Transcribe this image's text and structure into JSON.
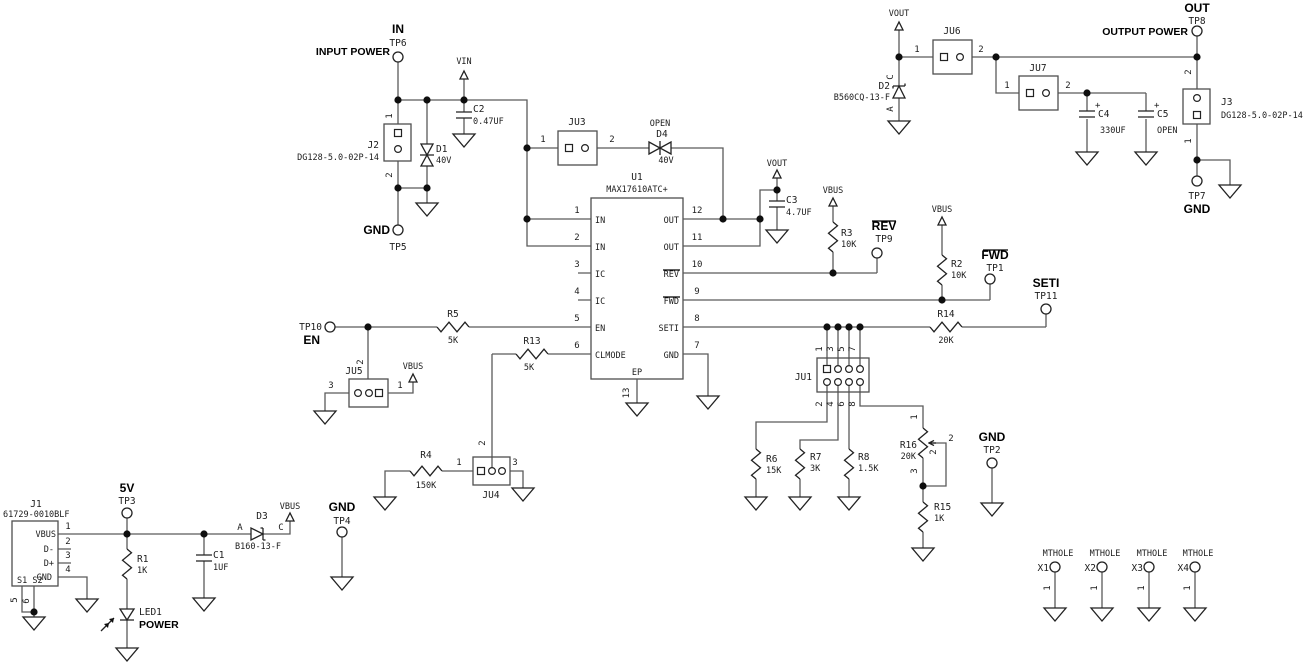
{
  "input": {
    "tp6": {
      "net": "IN",
      "ref": "TP6"
    },
    "input_power": "INPUT POWER",
    "tp5": {
      "net": "GND",
      "ref": "TP5"
    },
    "vin": "VIN",
    "j2": {
      "ref": "J2",
      "part": "DG128-5.0-02P-14",
      "p1": "1",
      "p2": "2"
    },
    "d1": {
      "ref": "D1",
      "value": "40V"
    },
    "c2": {
      "ref": "C2",
      "value": "0.47UF"
    },
    "ju3": {
      "ref": "JU3",
      "p1": "1",
      "p2": "2"
    },
    "d4": {
      "ref": "D4",
      "value": "40V",
      "note": "OPEN"
    }
  },
  "u1": {
    "ref": "U1",
    "part": "MAX17610ATC+",
    "left_nums": [
      "1",
      "2",
      "3",
      "4",
      "5",
      "6"
    ],
    "left_names": [
      "IN",
      "IN",
      "IC",
      "IC",
      "EN",
      "CLMODE"
    ],
    "right_nums": [
      "12",
      "11",
      "10",
      "9",
      "8",
      "7"
    ],
    "right_names": [
      "OUT",
      "OUT",
      "REV",
      "FWD",
      "SETI",
      "GND"
    ],
    "ep": "EP",
    "ep_num": "13"
  },
  "out_stage": {
    "vout": "VOUT",
    "c3": {
      "ref": "C3",
      "value": "4.7UF"
    },
    "d2": {
      "ref": "D2",
      "part": "B560CQ-13-F",
      "c": "C",
      "a": "A"
    },
    "ju6": {
      "ref": "JU6",
      "p1": "1",
      "p2": "2"
    },
    "ju7": {
      "ref": "JU7",
      "p1": "1",
      "p2": "2"
    },
    "c4": {
      "ref": "C4",
      "value": "330UF",
      "plus": "+"
    },
    "c5": {
      "ref": "C5",
      "value": "OPEN",
      "plus": "+"
    },
    "tp8": {
      "net": "OUT",
      "ref": "TP8"
    },
    "output_power": "OUTPUT POWER",
    "j3": {
      "ref": "J3",
      "part": "DG128-5.0-02P-14",
      "p1": "1",
      "p2": "2"
    },
    "tp7": {
      "net": "GND",
      "ref": "TP7"
    }
  },
  "status": {
    "vbus": "VBUS",
    "r3": {
      "ref": "R3",
      "value": "10K"
    },
    "tp9": {
      "net": "REV",
      "ref": "TP9"
    },
    "r2": {
      "ref": "R2",
      "value": "10K"
    },
    "tp1": {
      "net": "FWD",
      "ref": "TP1"
    },
    "r14": {
      "ref": "R14",
      "value": "20K"
    },
    "tp11": {
      "net": "SETI",
      "ref": "TP11"
    }
  },
  "enable": {
    "tp10": {
      "net": "EN",
      "ref": "TP10"
    },
    "r5": {
      "ref": "R5",
      "value": "5K"
    },
    "ju5": {
      "ref": "JU5",
      "p1": "1",
      "p2": "2",
      "p3": "3"
    },
    "r13": {
      "ref": "R13",
      "value": "5K"
    },
    "r4": {
      "ref": "R4",
      "value": "150K"
    },
    "ju4": {
      "ref": "JU4",
      "p1": "1",
      "p2": "2",
      "p3": "3"
    }
  },
  "seti": {
    "ju1": {
      "ref": "JU1",
      "top": [
        "1",
        "3",
        "5",
        "7"
      ],
      "bot": [
        "2",
        "4",
        "6",
        "8"
      ]
    },
    "r6": {
      "ref": "R6",
      "value": "15K"
    },
    "r7": {
      "ref": "R7",
      "value": "3K"
    },
    "r8": {
      "ref": "R8",
      "value": "1.5K"
    },
    "r16": {
      "ref": "R16",
      "value": "20K",
      "p1": "1",
      "p2": "2",
      "p3": "3"
    },
    "r15": {
      "ref": "R15",
      "value": "1K"
    },
    "tp2": {
      "net": "GND",
      "ref": "TP2"
    }
  },
  "usb": {
    "j1": {
      "ref": "J1",
      "part": "61729-0010BLF",
      "pins": [
        {
          "num": "1",
          "name": "VBUS"
        },
        {
          "num": "2",
          "name": "D-"
        },
        {
          "num": "3",
          "name": "D+"
        },
        {
          "num": "4",
          "name": "GND"
        }
      ],
      "shield": "S1 S2",
      "p5": "5",
      "p6": "6"
    },
    "tp3": {
      "net": "5V",
      "ref": "TP3"
    },
    "r1": {
      "ref": "R1",
      "value": "1K"
    },
    "led1": {
      "ref": "LED1",
      "net": "POWER"
    },
    "c1": {
      "ref": "C1",
      "value": "1UF"
    },
    "d3": {
      "ref": "D3",
      "part": "B160-13-F",
      "a": "A",
      "c": "C"
    },
    "tp4": {
      "net": "GND",
      "ref": "TP4"
    }
  },
  "mth": {
    "label": "MTHOLE",
    "pin": "1",
    "refs": [
      "X1",
      "X2",
      "X3",
      "X4"
    ]
  }
}
